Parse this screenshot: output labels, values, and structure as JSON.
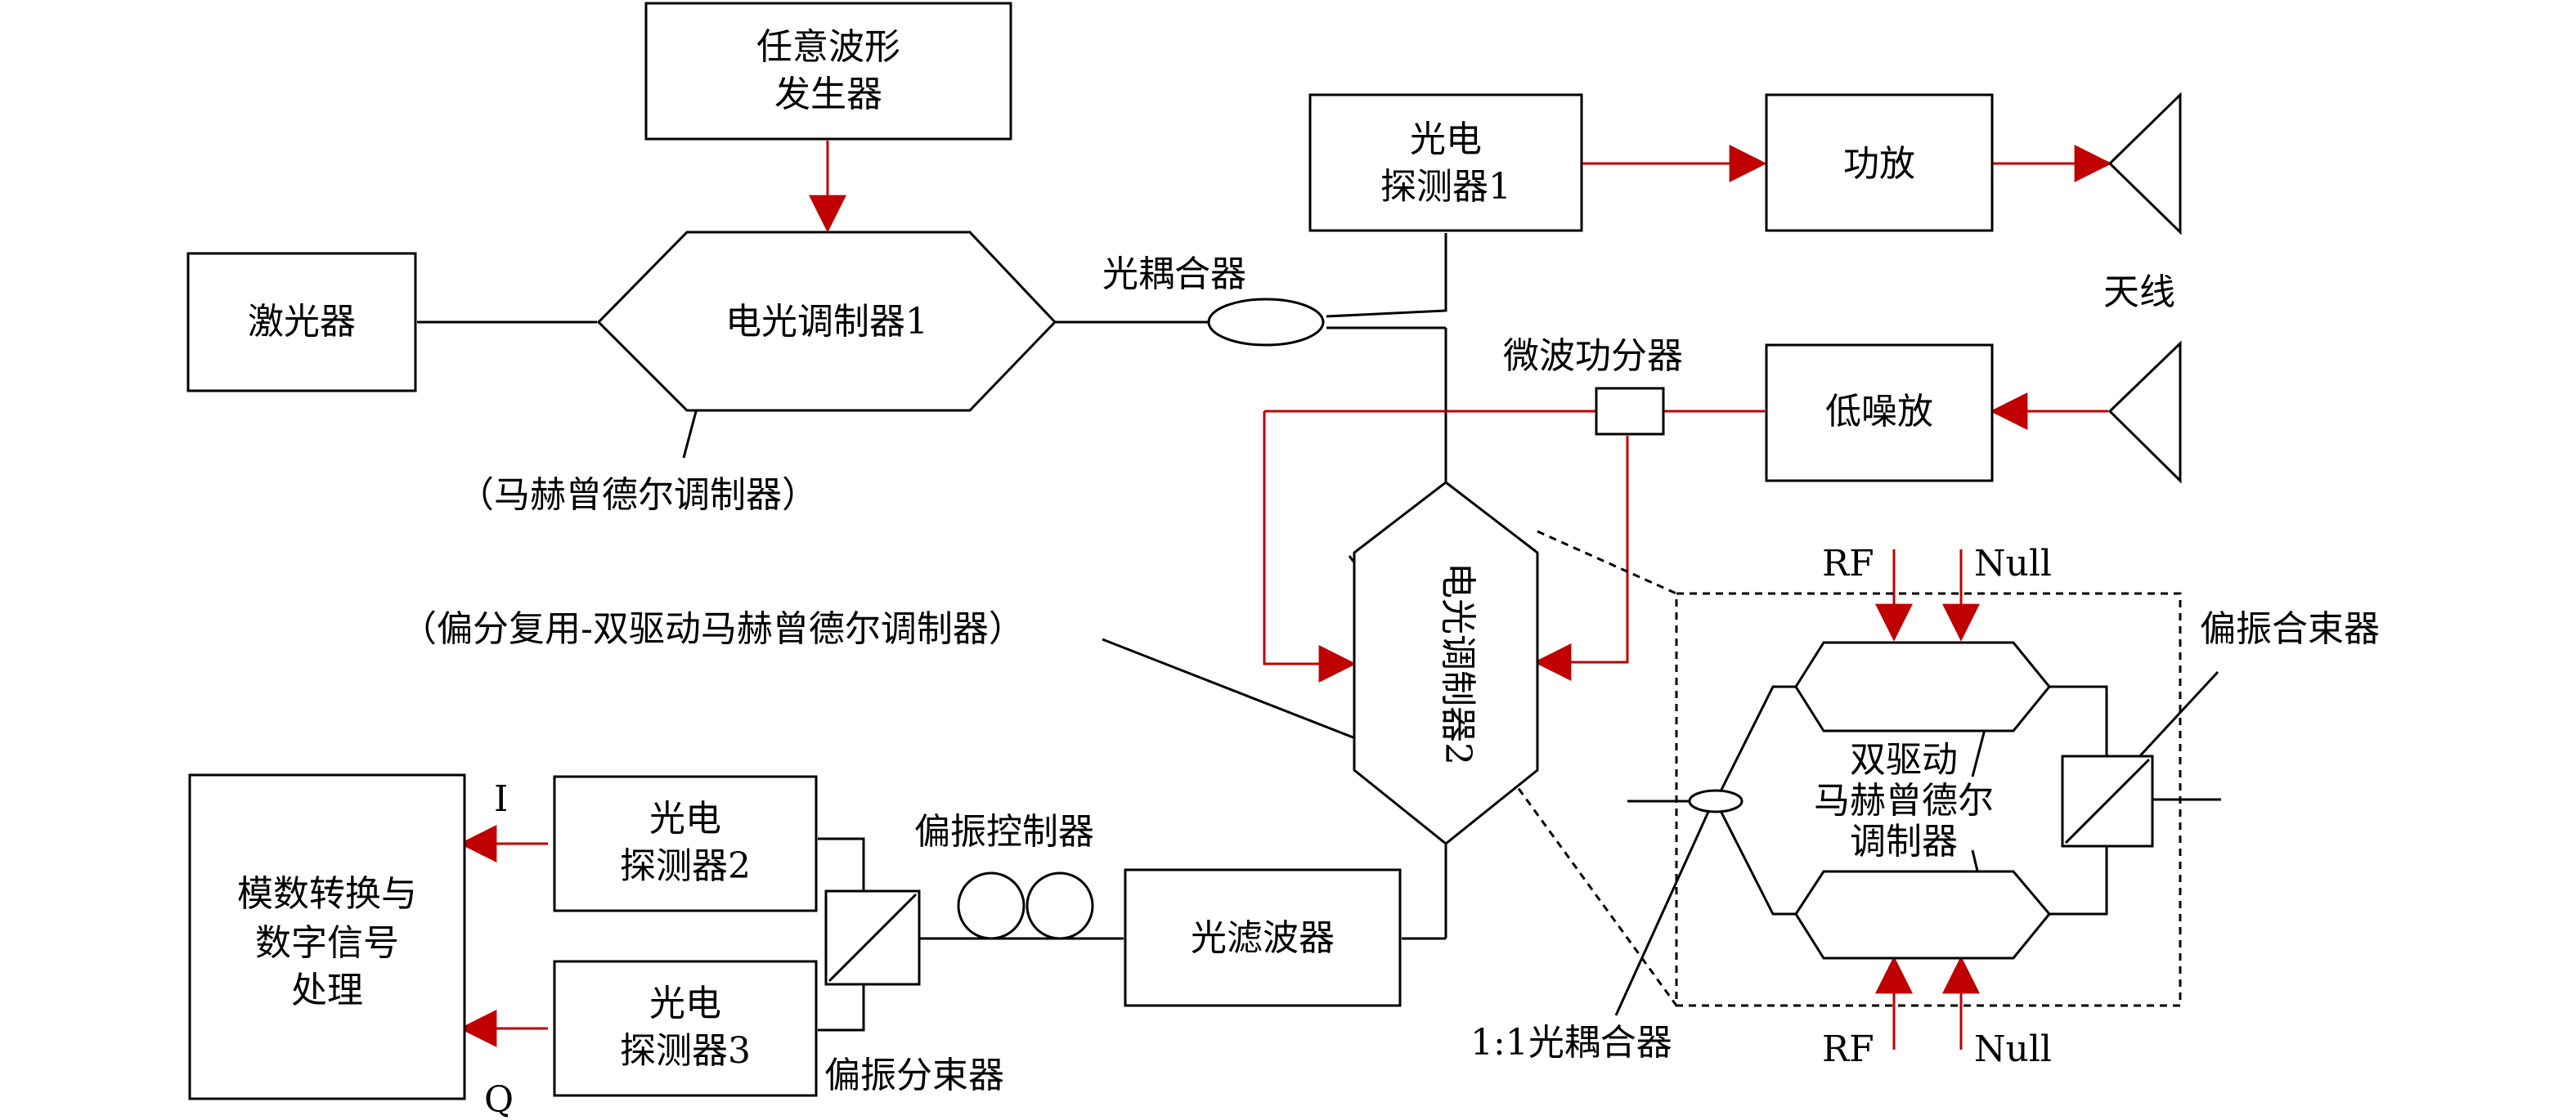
{
  "boxes": {
    "awg_line1": "任意波形",
    "awg_line2": "发生器",
    "laser": "激光器",
    "modulator1": "电光调制器1",
    "pd1_line1": "光电",
    "pd1_line2": "探测器1",
    "pa": "功放",
    "lna": "低噪放",
    "modulator2": "电光调制器2",
    "pd2_line1": "光电",
    "pd2_line2": "探测器2",
    "pd3_line1": "光电",
    "pd3_line2": "探测器3",
    "adc_line1": "模数转换与",
    "adc_line2": "数字信号",
    "adc_line3": "处理",
    "filter": "光滤波器",
    "inner_line1": "双驱动",
    "inner_line2": "马赫曾德尔",
    "inner_line3": "调制器"
  },
  "labels": {
    "coupler": "光耦合器",
    "antenna": "天线",
    "splitter": "微波功分器",
    "mzm_note": "（马赫曾德尔调制器）",
    "dpmzm_note": "（偏分复用-双驱动马赫曾德尔调制器）",
    "pol_controller": "偏振控制器",
    "pbs": "偏振分束器",
    "pbc": "偏振合束器",
    "coupler_11": "1:1光耦合器",
    "rf_top": "RF",
    "null_top": "Null",
    "rf_bottom": "RF",
    "null_bottom": "Null",
    "i_out": "I",
    "q_out": "Q"
  },
  "colors": {
    "signal_path": "#c00000",
    "optical_path": "#000000"
  }
}
